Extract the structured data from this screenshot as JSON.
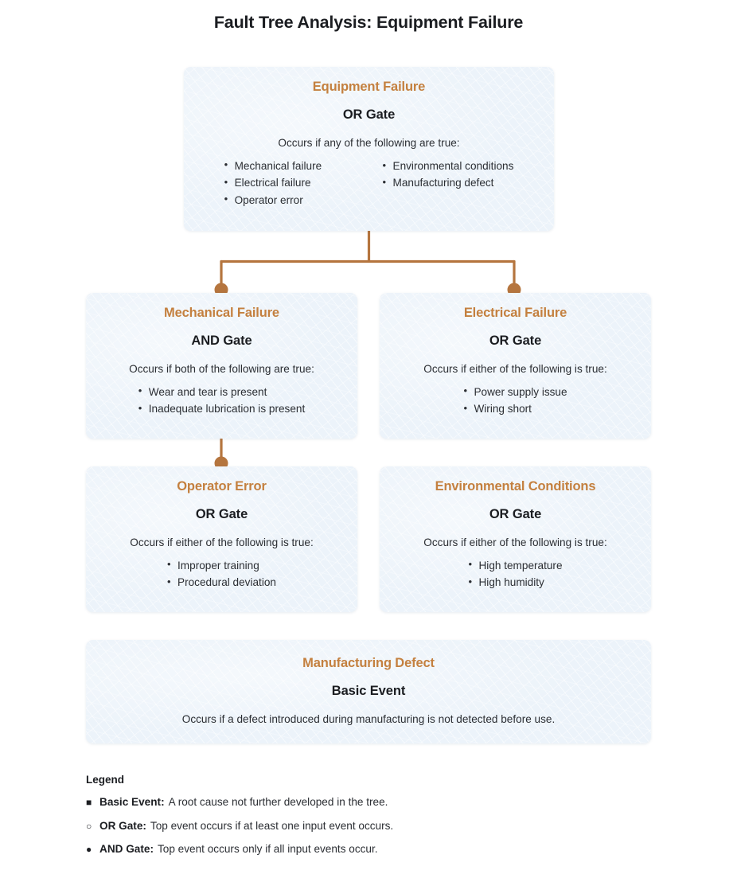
{
  "title": "Fault Tree Analysis: Equipment Failure",
  "theme": {
    "node_background": "#ecf3fa",
    "node_title_color": "#c4803f",
    "connector_color": "#b5753e",
    "text_color": "#2b2e33",
    "page_background": "#ffffff"
  },
  "chart_data": {
    "type": "diagram",
    "diagram_kind": "fault-tree",
    "title": "Fault Tree Analysis: Equipment Failure",
    "nodes": [
      {
        "id": "equipment-failure",
        "title": "Equipment Failure",
        "gate": "OR Gate",
        "description": "Occurs if any of the following are true:",
        "items": [
          "Mechanical failure",
          "Electrical failure",
          "Operator error",
          "Environmental conditions",
          "Manufacturing defect"
        ]
      },
      {
        "id": "mechanical-failure",
        "title": "Mechanical Failure",
        "gate": "AND Gate",
        "description": "Occurs if both of the following are true:",
        "items": [
          "Wear and tear is present",
          "Inadequate lubrication is present"
        ]
      },
      {
        "id": "electrical-failure",
        "title": "Electrical Failure",
        "gate": "OR Gate",
        "description": "Occurs if either of the following is true:",
        "items": [
          "Power supply issue",
          "Wiring short"
        ]
      },
      {
        "id": "operator-error",
        "title": "Operator Error",
        "gate": "OR Gate",
        "description": "Occurs if either of the following is true:",
        "items": [
          "Improper training",
          "Procedural deviation"
        ]
      },
      {
        "id": "environmental-conditions",
        "title": "Environmental Conditions",
        "gate": "OR Gate",
        "description": "Occurs if either of the following is true:",
        "items": [
          "High temperature",
          "High humidity"
        ]
      },
      {
        "id": "manufacturing-defect",
        "title": "Manufacturing Defect",
        "gate": "Basic Event",
        "description": "Occurs if a defect introduced during manufacturing is not detected before use.",
        "items": []
      }
    ],
    "edges": [
      {
        "from": "equipment-failure",
        "to": "mechanical-failure"
      },
      {
        "from": "equipment-failure",
        "to": "electrical-failure"
      },
      {
        "from": "mechanical-failure",
        "to": "operator-error"
      }
    ]
  },
  "root": {
    "title": "Equipment Failure",
    "gate": "OR Gate",
    "description": "Occurs if any of the following are true:",
    "items": [
      "Mechanical failure",
      "Electrical failure",
      "Operator error",
      "Environmental conditions",
      "Manufacturing defect"
    ]
  },
  "mechanical": {
    "title": "Mechanical Failure",
    "gate": "AND Gate",
    "description": "Occurs if both of the following are true:",
    "items": [
      "Wear and tear is present",
      "Inadequate lubrication is present"
    ]
  },
  "electrical": {
    "title": "Electrical Failure",
    "gate": "OR Gate",
    "description": "Occurs if either of the following is true:",
    "items": [
      "Power supply issue",
      "Wiring short"
    ]
  },
  "operator": {
    "title": "Operator Error",
    "gate": "OR Gate",
    "description": "Occurs if either of the following is true:",
    "items": [
      "Improper training",
      "Procedural deviation"
    ]
  },
  "environmental": {
    "title": "Environmental Conditions",
    "gate": "OR Gate",
    "description": "Occurs if either of the following is true:",
    "items": [
      "High temperature",
      "High humidity"
    ]
  },
  "manufacturing": {
    "title": "Manufacturing Defect",
    "gate": "Basic Event",
    "description": "Occurs if a defect introduced during manufacturing is not detected before use."
  },
  "legend": {
    "heading": "Legend",
    "entries": [
      {
        "glyph": "filled-square-icon",
        "symbol": "■",
        "term": "Basic Event:",
        "description": "A root cause not further developed in the tree."
      },
      {
        "glyph": "hollow-circle-icon",
        "symbol": "○",
        "term": "OR Gate:",
        "description": "Top event occurs if at least one input event occurs."
      },
      {
        "glyph": "filled-circle-icon",
        "symbol": "●",
        "term": "AND Gate:",
        "description": "Top event occurs only if all input events occur."
      }
    ]
  }
}
